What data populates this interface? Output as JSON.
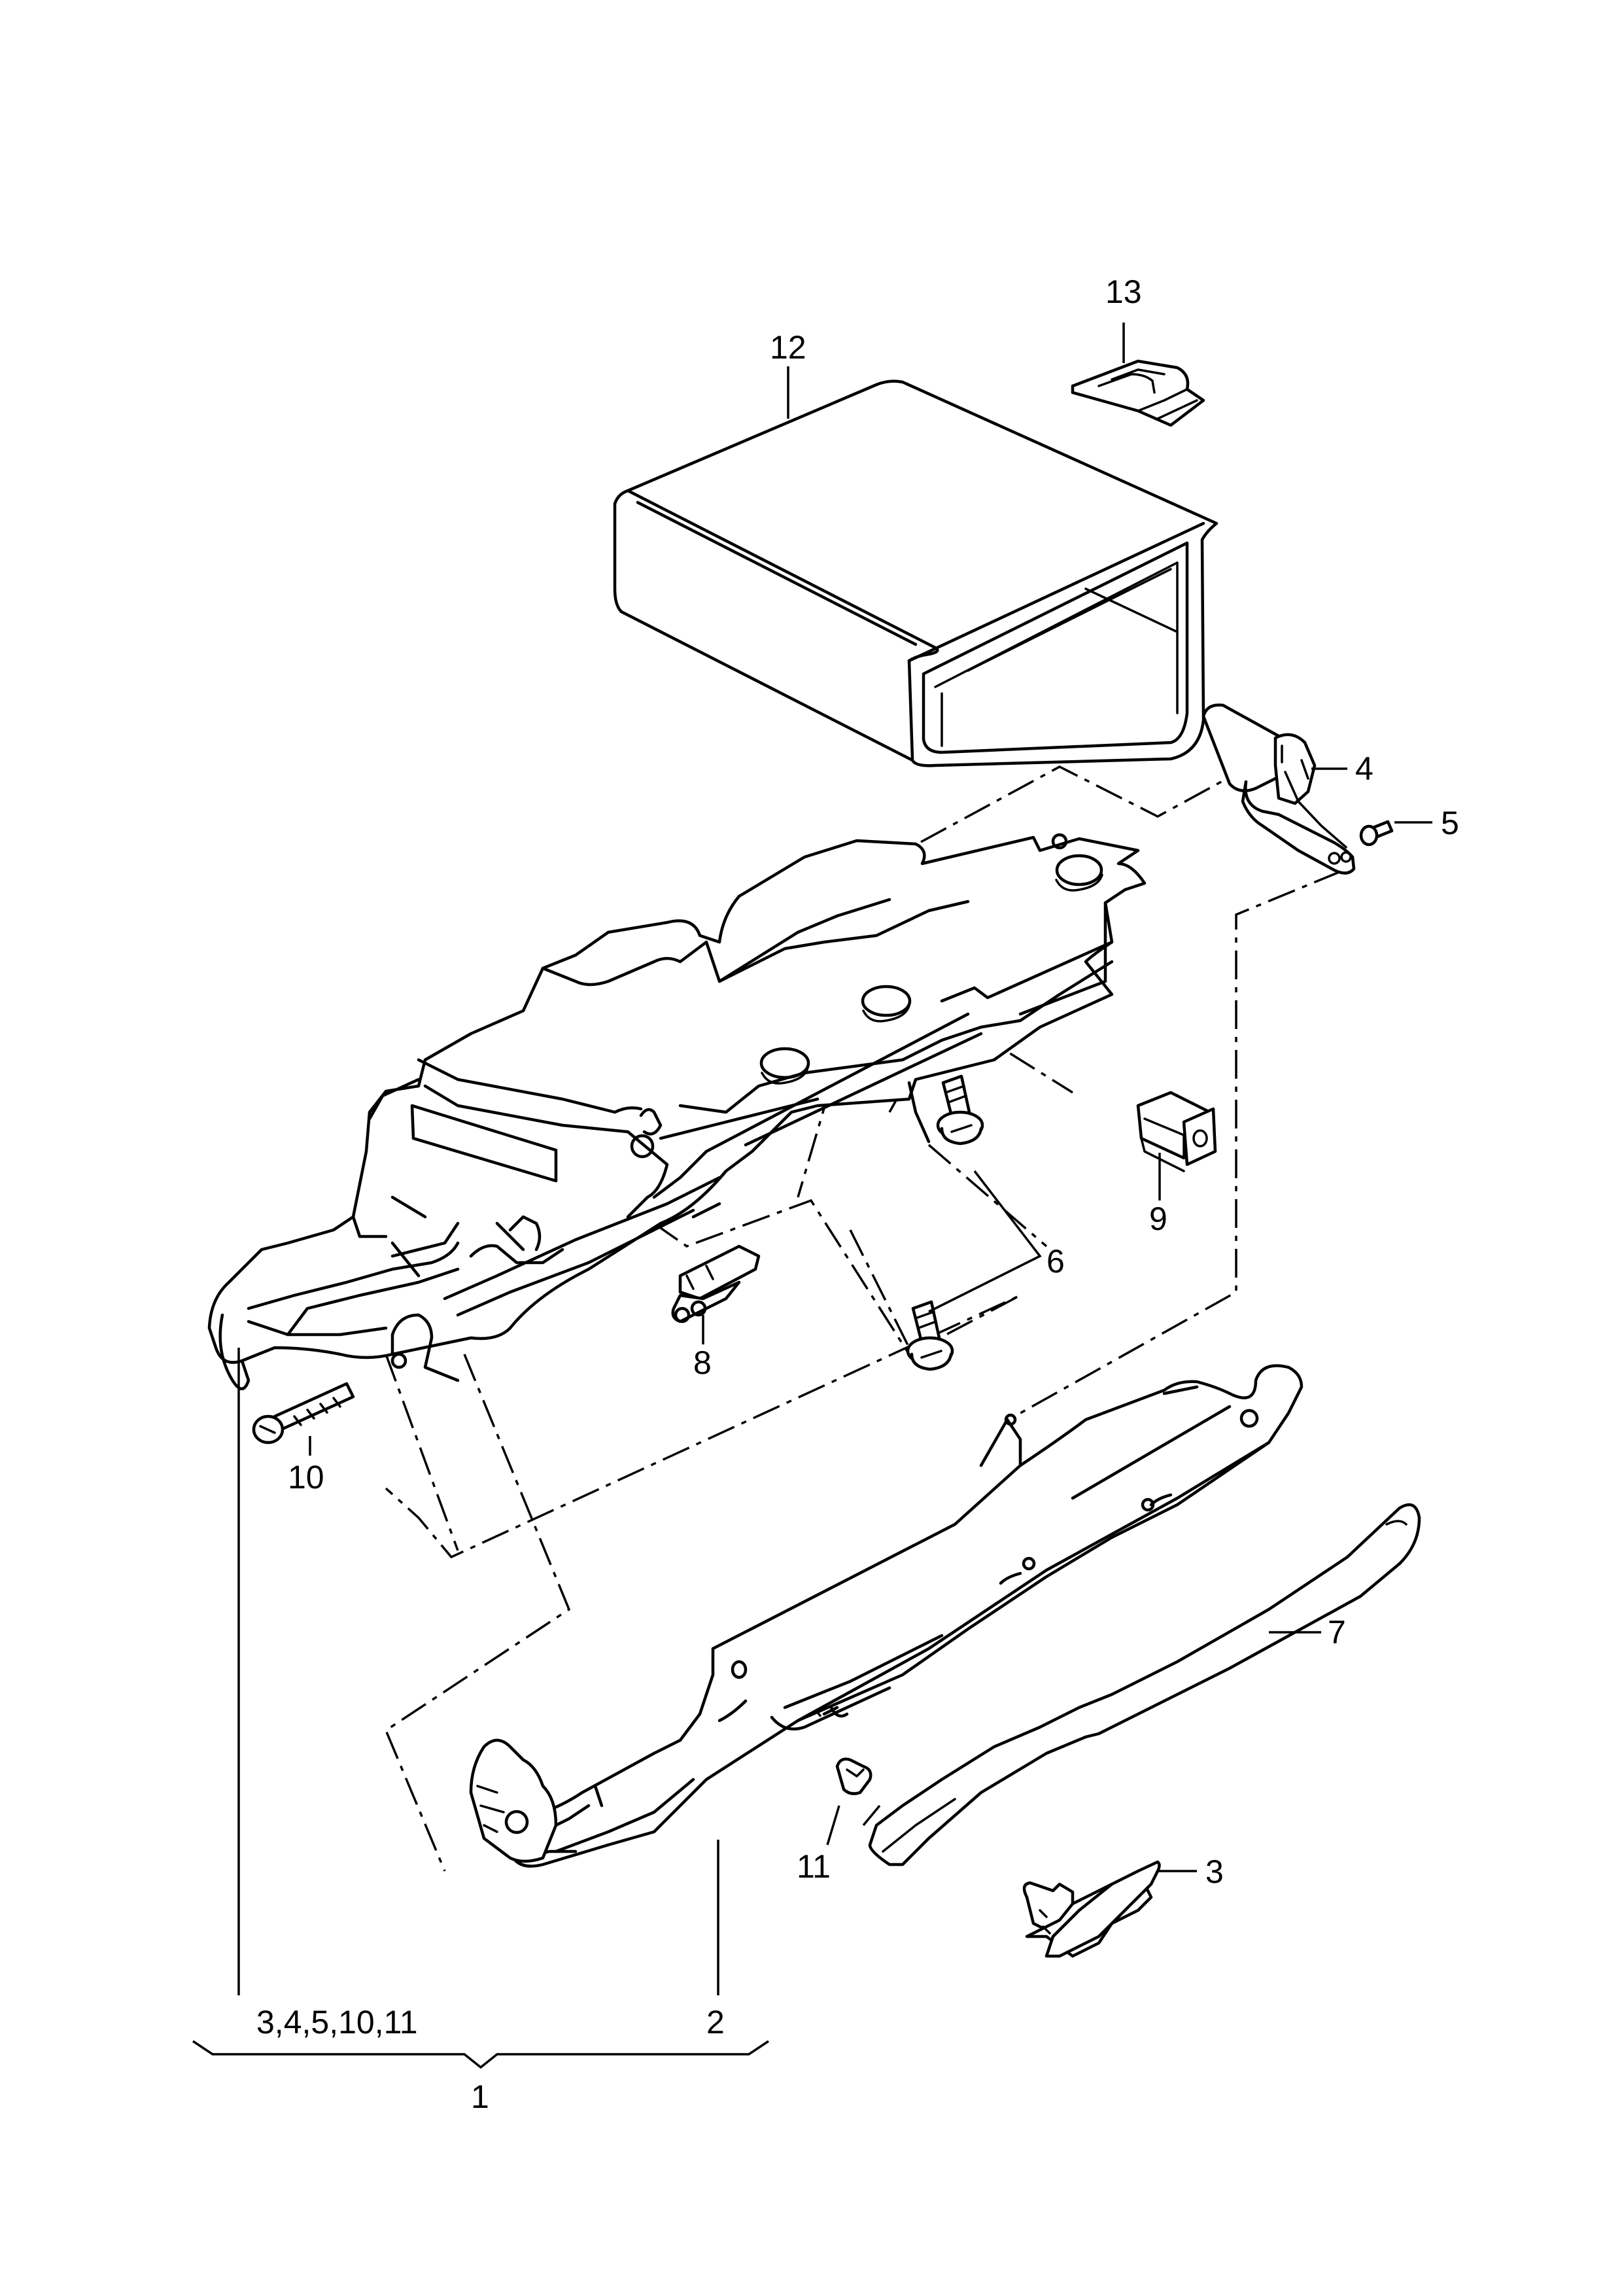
{
  "callouts": {
    "c1": "1",
    "c2": "2",
    "c3": "3",
    "c4": "4",
    "c5": "5",
    "c6": "6",
    "c7": "7",
    "c8": "8",
    "c9": "9",
    "c10": "10",
    "c11": "11",
    "c12": "12",
    "c13": "13",
    "group": "3,4,5,10,11"
  }
}
